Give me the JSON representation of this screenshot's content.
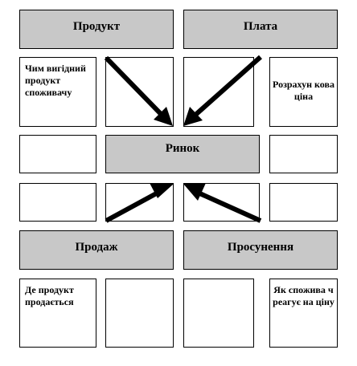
{
  "headers": {
    "product": "Продукт",
    "price": "Плата",
    "place": "Продаж",
    "promotion": "Просунення"
  },
  "center": {
    "market": "Ринок"
  },
  "notes": {
    "product": "Чим вигідний продукт споживачу",
    "price": "Розрахун кова ціна",
    "place": "Де продукт продається",
    "promotion": "Як спожива ч реагує на ціну"
  },
  "colors": {
    "header_fill": "#c8c8c8",
    "border": "#000000",
    "arrow": "#000000"
  }
}
